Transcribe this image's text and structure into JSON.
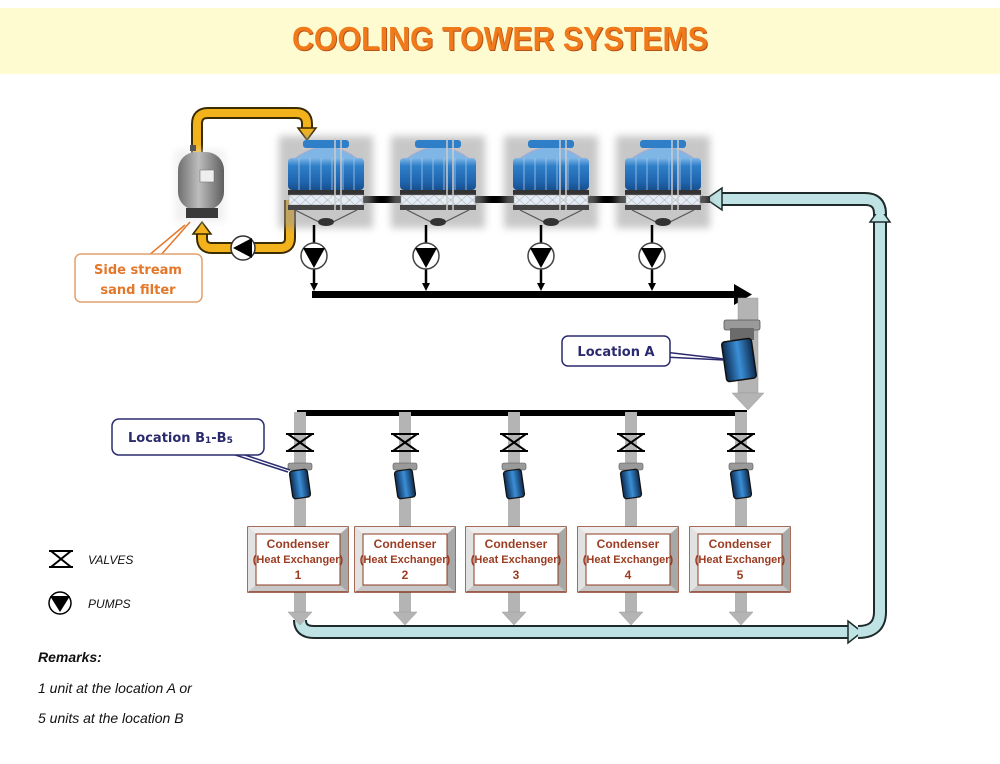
{
  "title": "COOLING TOWER SYSTEMS",
  "colors": {
    "banner_bg": "#fdfbcf",
    "title": "#f07a1a",
    "side_loop_pipe": "#f2b21c",
    "return_pipe": "#bfe3e4",
    "branch_pipe": "#b4b4b4",
    "main_pipe": "#000000",
    "tower_blue": "#2f7fc8",
    "condenser_text": "#9c3c22",
    "callout_text": "#2a2a6e",
    "filter_label": "#e3772a"
  },
  "side_filter": {
    "label_line1": "Side stream",
    "label_line2": "sand filter"
  },
  "cooling_towers": [
    {
      "id": 1
    },
    {
      "id": 2
    },
    {
      "id": 3
    },
    {
      "id": 4
    }
  ],
  "callouts": {
    "location_a": "Location A",
    "location_b_main": "Location B",
    "location_b_sub1": "1",
    "location_b_dash": "-B",
    "location_b_sub2": "5"
  },
  "condensers": [
    {
      "line1": "Condenser",
      "line2": "(Heat Exchanger)",
      "number": "1"
    },
    {
      "line1": "Condenser",
      "line2": "(Heat Exchanger)",
      "number": "2"
    },
    {
      "line1": "Condenser",
      "line2": "(Heat Exchanger)",
      "number": "3"
    },
    {
      "line1": "Condenser",
      "line2": "(Heat Exchanger)",
      "number": "4"
    },
    {
      "line1": "Condenser",
      "line2": "(Heat Exchanger)",
      "number": "5"
    }
  ],
  "legend": {
    "valves": "VALVES",
    "pumps": "PUMPS"
  },
  "remarks": {
    "heading": "Remarks:",
    "line1": "1 unit at the location A or",
    "line2": "5 units at the location B"
  }
}
